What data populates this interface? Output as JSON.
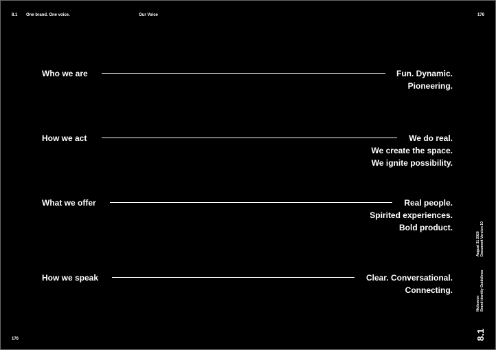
{
  "header": {
    "section_number": "8.1",
    "title": "One brand. One voice.",
    "subtitle": "Our Voice",
    "page_number": "176"
  },
  "footer": {
    "page_number": "176"
  },
  "rows": [
    {
      "label": "Who we are",
      "lines": [
        "Fun. Dynamic.",
        "Pioneering."
      ]
    },
    {
      "label": "How we act",
      "lines": [
        "We do real.",
        "We create the space.",
        "We ignite possibility."
      ]
    },
    {
      "label": "What we offer",
      "lines": [
        "Real people.",
        "Spirited experiences.",
        "Bold product."
      ]
    },
    {
      "label": "How we speak",
      "lines": [
        "Clear. Conversational.",
        "Connecting."
      ]
    }
  ],
  "sidebar": {
    "date": "August 31 2020",
    "document_version": "Document Version 10",
    "brand": "Mulesoon",
    "guidelines": "Brand identity Guidelines",
    "section_number": "8.1"
  }
}
